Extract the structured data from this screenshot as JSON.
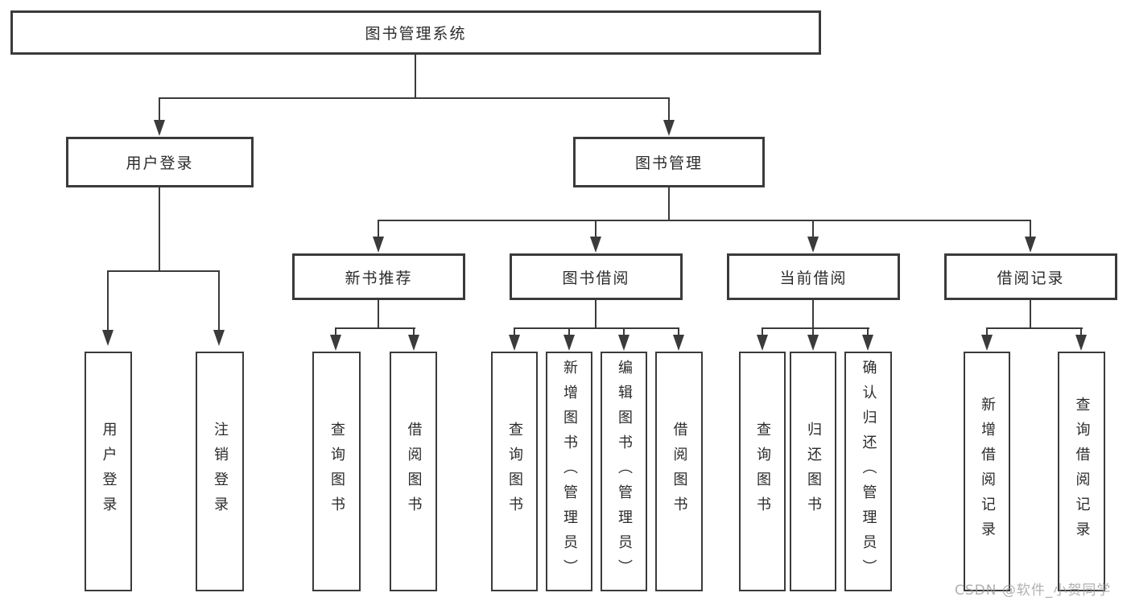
{
  "tree": {
    "root": {
      "label": "图书管理系统"
    },
    "user_login": {
      "label": "用户登录",
      "children": [
        {
          "label": "用户登录"
        },
        {
          "label": "注销登录"
        }
      ]
    },
    "book_mgmt": {
      "label": "图书管理"
    },
    "new_book_rec": {
      "label": "新书推荐",
      "children": [
        {
          "label": "查询图书"
        },
        {
          "label": "借阅图书"
        }
      ]
    },
    "book_borrow": {
      "label": "图书借阅",
      "children": [
        {
          "label": "查询图书"
        },
        {
          "label": "新增图书（管理员）"
        },
        {
          "label": "编辑图书（管理员）"
        },
        {
          "label": "借阅图书"
        }
      ]
    },
    "current_borrow": {
      "label": "当前借阅",
      "children": [
        {
          "label": "查询图书"
        },
        {
          "label": "归还图书"
        },
        {
          "label": "确认归还（管理员）"
        }
      ]
    },
    "borrow_record": {
      "label": "借阅记录",
      "children": [
        {
          "label": "新增借阅记录"
        },
        {
          "label": "查询借阅记录"
        }
      ]
    }
  },
  "watermark": {
    "text": "CSDN @软件_小贺同学"
  },
  "colors": {
    "line": "#3b3b3b",
    "text": "#2b2b2b",
    "watermark": "#969696"
  }
}
